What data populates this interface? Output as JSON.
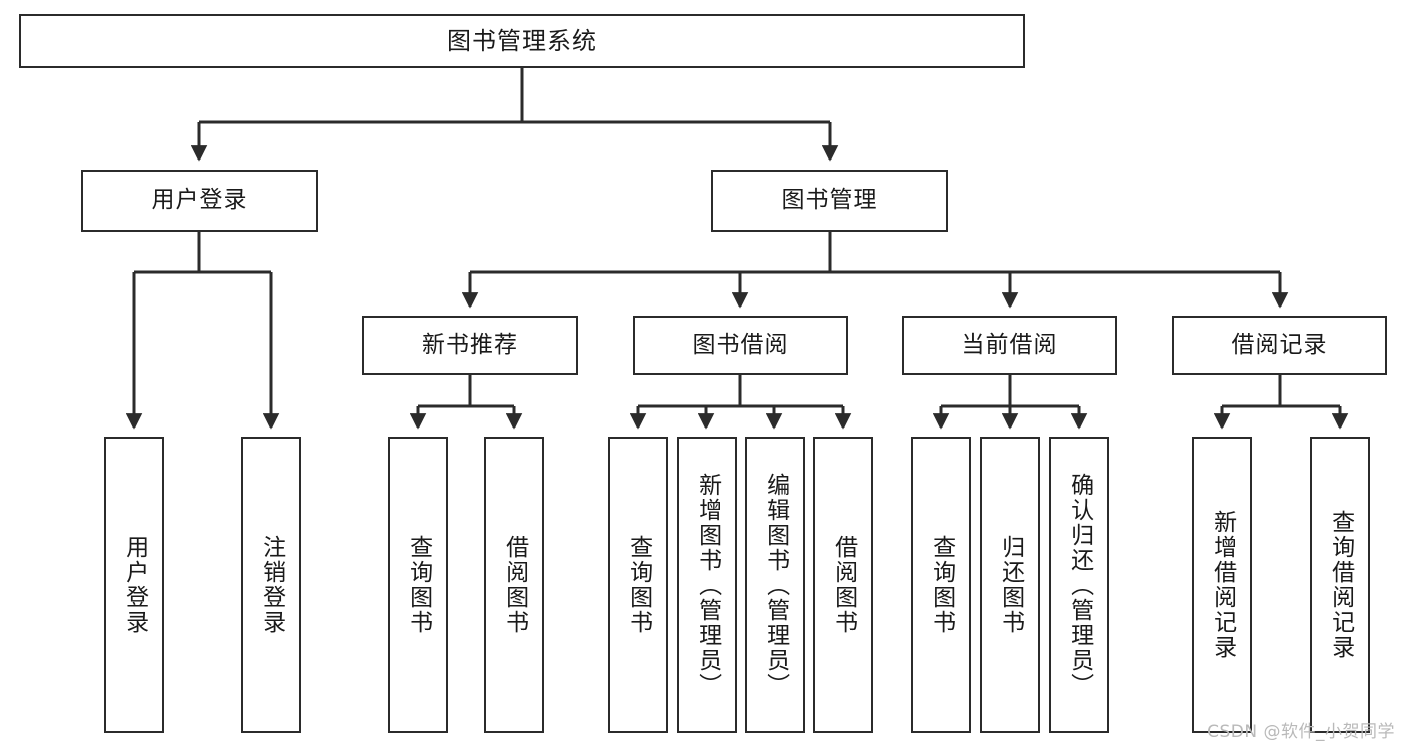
{
  "diagram": {
    "title": "图书管理系统",
    "watermark": "CSDN @软件_小贺同学",
    "colors": {
      "box_border": "#2b2b2b",
      "box_fill": "#ffffff",
      "edge": "#2b2b2b",
      "text": "#1a1a1a",
      "watermark": "#b9b9b9",
      "background": "#ffffff"
    },
    "root": {
      "label": "图书管理系统"
    },
    "level2": [
      {
        "label": "用户登录"
      },
      {
        "label": "图书管理"
      }
    ],
    "level3": [
      {
        "label": "新书推荐"
      },
      {
        "label": "图书借阅"
      },
      {
        "label": "当前借阅"
      },
      {
        "label": "借阅记录"
      }
    ],
    "leaves": [
      {
        "label": "用户登录",
        "parent": "用户登录"
      },
      {
        "label": "注销登录",
        "parent": "用户登录"
      },
      {
        "label": "查询图书",
        "parent": "新书推荐"
      },
      {
        "label": "借阅图书",
        "parent": "新书推荐"
      },
      {
        "label": "查询图书",
        "parent": "图书借阅"
      },
      {
        "label": "新增图书（管理员）",
        "parent": "图书借阅"
      },
      {
        "label": "编辑图书（管理员）",
        "parent": "图书借阅"
      },
      {
        "label": "借阅图书",
        "parent": "图书借阅"
      },
      {
        "label": "查询图书",
        "parent": "当前借阅"
      },
      {
        "label": "归还图书",
        "parent": "当前借阅"
      },
      {
        "label": "确认归还（管理员）",
        "parent": "当前借阅"
      },
      {
        "label": "新增借阅记录",
        "parent": "借阅记录"
      },
      {
        "label": "查询借阅记录",
        "parent": "借阅记录"
      }
    ]
  }
}
